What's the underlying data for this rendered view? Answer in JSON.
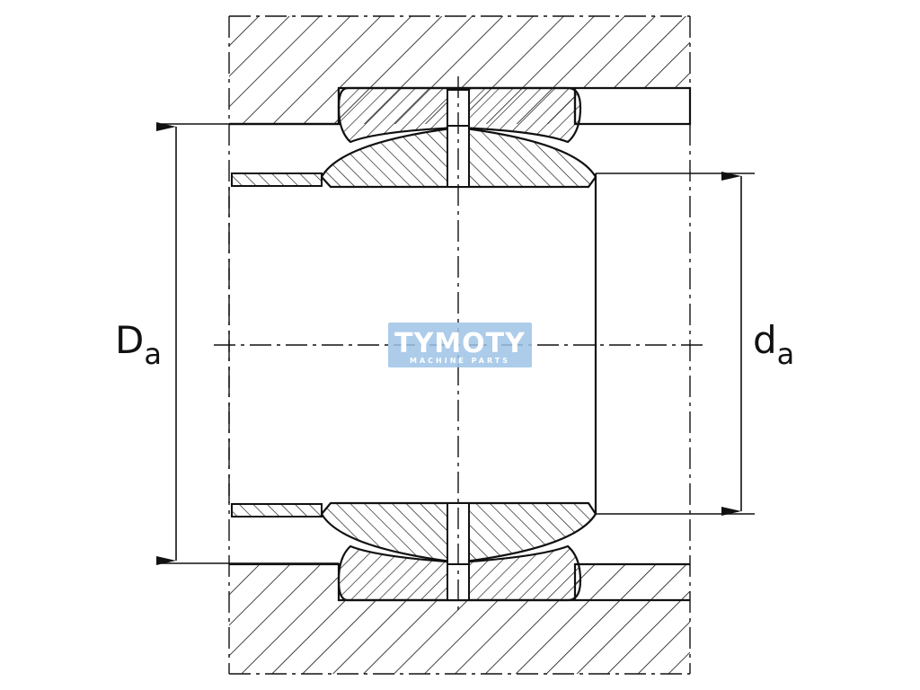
{
  "labels": {
    "outer_diameter_main": "D",
    "outer_diameter_sub": "a",
    "inner_diameter_main": "d",
    "inner_diameter_sub": "a"
  },
  "watermark": {
    "brand": "TYMOTY",
    "tagline": "MACHINE PARTS",
    "color": "#9dc3e6"
  },
  "colors": {
    "line": "#111111",
    "background": "#ffffff"
  }
}
